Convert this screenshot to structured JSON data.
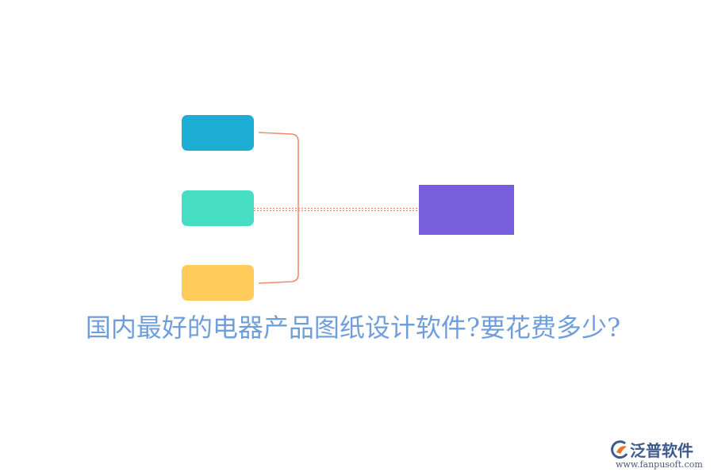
{
  "diagram": {
    "title": "国内最好的电器产品图纸设计软件?要花费多少?",
    "nodes": [
      {
        "id": "node-1",
        "label": "",
        "color": "#1DAED5"
      },
      {
        "id": "node-2",
        "label": "",
        "color": "#45DEC2"
      },
      {
        "id": "node-3",
        "label": "",
        "color": "#FFCC5C"
      },
      {
        "id": "node-center",
        "label": "",
        "color": "#775EDB"
      }
    ],
    "connector_color": "#F08A6A",
    "title_color": "#6F9EDB"
  },
  "watermark": {
    "name": "泛普软件",
    "url": "www.fanpusoft.com",
    "color": "#3F5B8C",
    "accent_color": "#E8742B",
    "icon": "fanpu-logo-icon"
  }
}
